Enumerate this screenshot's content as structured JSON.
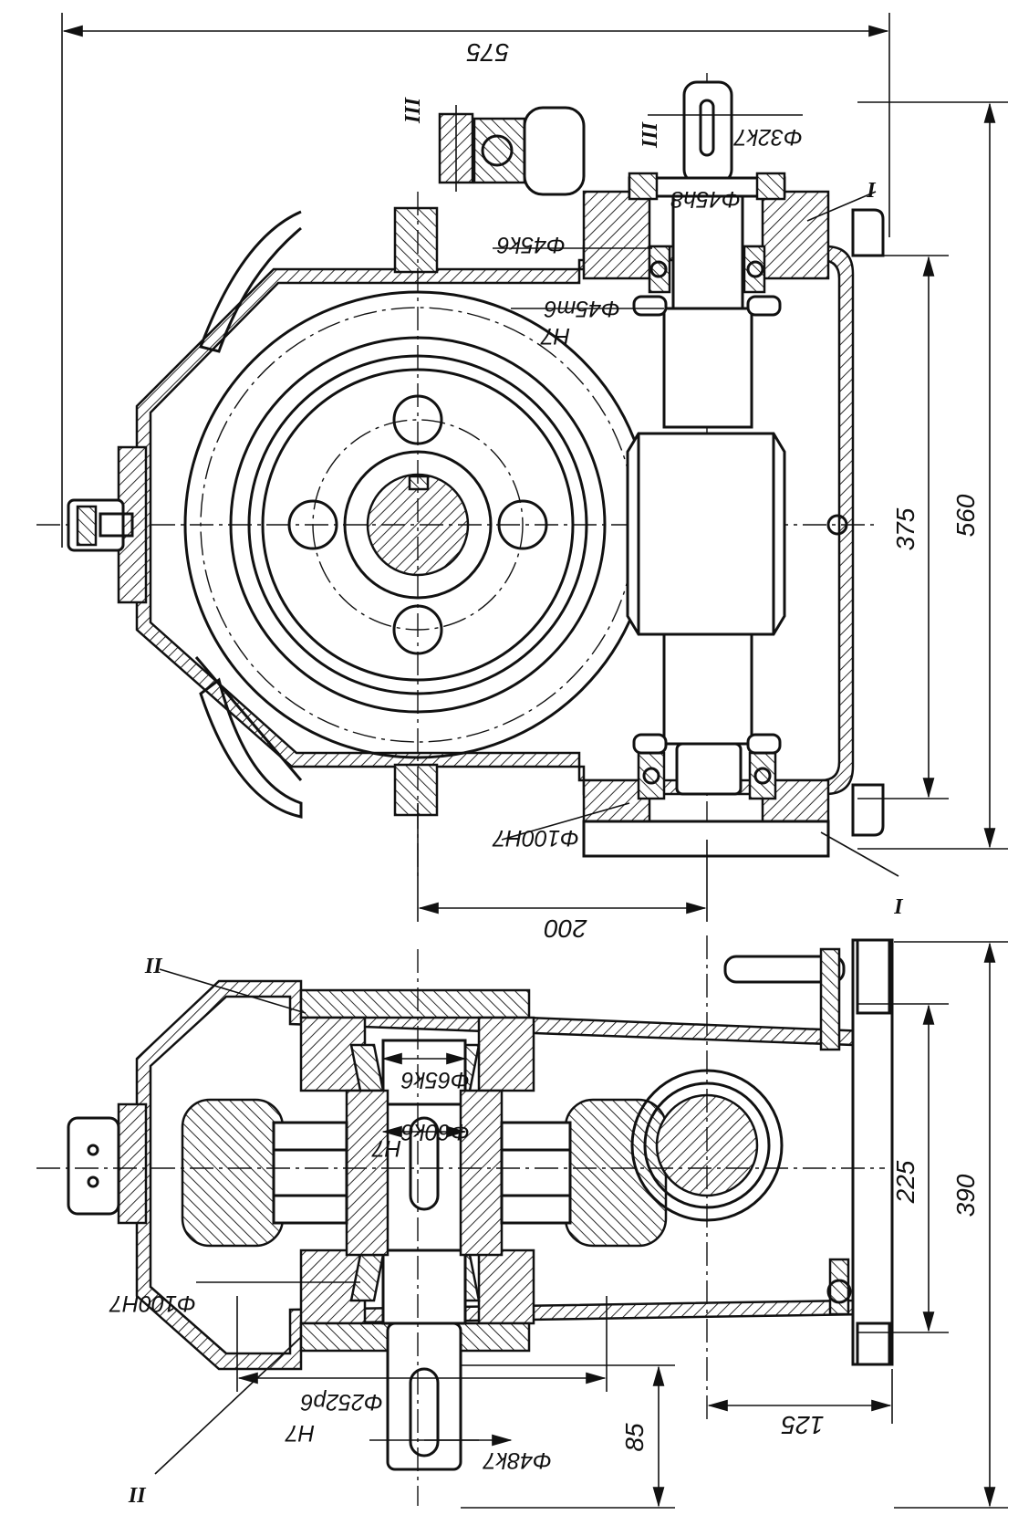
{
  "dimensions": {
    "overall_width": "575",
    "top_height_overall": "560",
    "top_height_inner": "375",
    "center_distance": "200",
    "bottom_height_overall": "390",
    "bottom_height_inner": "225",
    "bottom_offset_125": "125",
    "shaft_protrusion": "85"
  },
  "fits": {
    "f32k7": "Φ32k7",
    "f45h8": "Φ45h8",
    "f45k6": "Φ45k6",
    "f45m6": "Φ45m6",
    "h7_top": "H7",
    "f100h7_top": "Φ100H7",
    "f65k6": "Φ65k6",
    "f60k6": "Φ60k6",
    "h7_mid": "H7",
    "f100h7_bottom": "Φ100H7",
    "f252p6": "Φ252p6",
    "h7_bottom": "H7",
    "f48k7": "Φ48k7"
  },
  "section_marks": {
    "sec_I_top": "I",
    "sec_I_bottom": "I",
    "sec_II_top": "II",
    "sec_II_bottom": "II",
    "sec_III_detail": "III",
    "sec_III_shaft": "III"
  }
}
